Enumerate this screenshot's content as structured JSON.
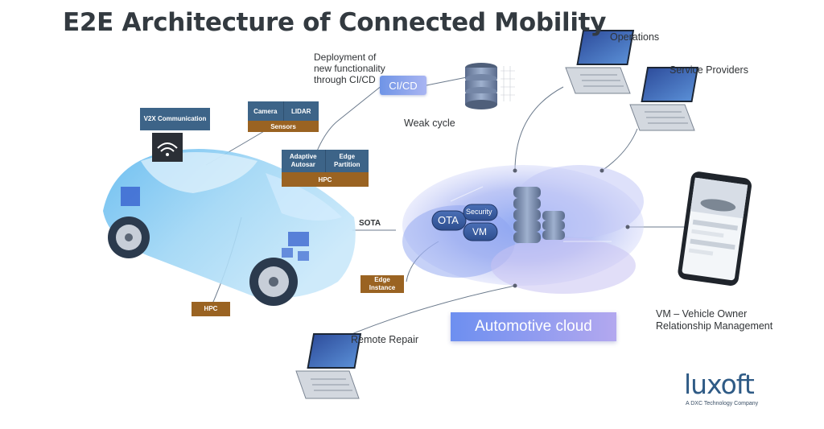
{
  "title": "E2E Architecture of Connected Mobility",
  "labels": {
    "deployment": [
      "Deployment of",
      "new functionality",
      "through CI/CD"
    ],
    "cicd": "CI/CD",
    "weak_cycle": "Weak cycle",
    "operations": "Operations",
    "service_providers": "Service Providers",
    "sota": "SOTA",
    "remote_repair": "Remote Repair",
    "vm_description": [
      "VM – Vehicle Owner",
      "Relationship Management"
    ],
    "automotive_cloud": "Automotive cloud"
  },
  "vehicle_boxes": {
    "v2x": "V2X Communication",
    "camera": "Camera",
    "lidar": "LIDAR",
    "sensors": "Sensors",
    "adaptive_autosar": "Adaptive Autosar",
    "edge_partition": "Edge Partition",
    "hpc_top": "HPC",
    "edge_instance": "Edge Instance",
    "hpc_bottom": "HPC"
  },
  "cloud_items": {
    "ota": "OTA",
    "security": "Security",
    "vm": "VM"
  },
  "brand": {
    "name": "luxoft",
    "tagline": "A DXC Technology Company"
  },
  "colors": {
    "title": "#333a40",
    "box_blue": "#3d6488",
    "box_brown": "#9a6322",
    "cloud_blue": "#7d8ff0",
    "brand": "#2f5b86"
  },
  "icons": [
    "wifi-icon",
    "database-icon",
    "laptop-icon",
    "smartphone-icon",
    "car-icon"
  ]
}
